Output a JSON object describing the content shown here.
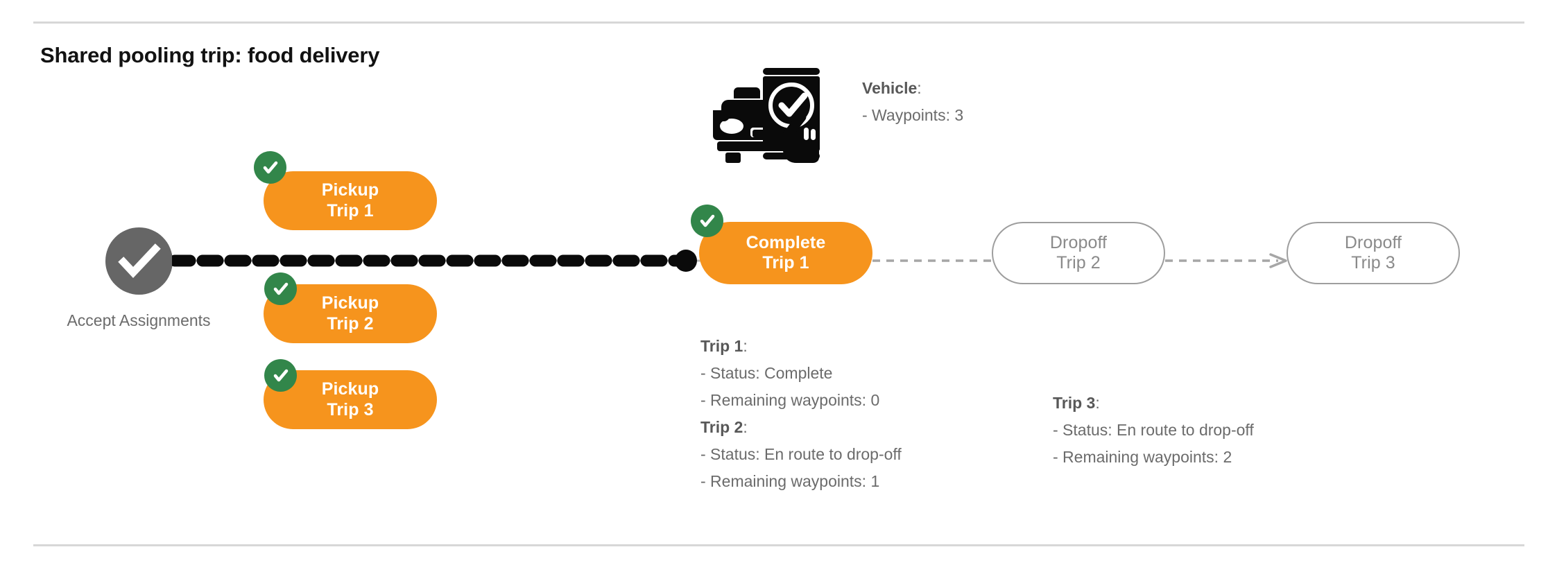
{
  "slide": {
    "title": "Shared pooling trip: food delivery"
  },
  "colors": {
    "pill_fill": "#F6941D",
    "check_badge": "#32864A",
    "start_node": "#666666",
    "outline_border": "#9e9e9e",
    "body_text": "#6b6b6b",
    "title_text": "#121212",
    "rule": "#d7d7d7",
    "bold_dash": "#0a0a0a"
  },
  "start_node": {
    "icon": "check-circle-icon",
    "label_line1": "Accept",
    "label_line2": "Assignments"
  },
  "pickups": [
    {
      "id": "pickup-1",
      "line1": "Pickup",
      "line2": "Trip 1",
      "badge": "check-badge-icon",
      "completed": true
    },
    {
      "id": "pickup-2",
      "line1": "Pickup",
      "line2": "Trip 2",
      "badge": "check-badge-icon",
      "completed": true
    },
    {
      "id": "pickup-3",
      "line1": "Pickup",
      "line2": "Trip 3",
      "badge": "check-badge-icon",
      "completed": true
    }
  ],
  "complete_node": {
    "line1": "Complete",
    "line2": "Trip 1",
    "badge": "check-badge-icon",
    "completed": true
  },
  "dropoffs": [
    {
      "id": "dropoff-2",
      "line1": "Dropoff",
      "line2": "Trip 2",
      "completed": false
    },
    {
      "id": "dropoff-3",
      "line1": "Dropoff",
      "line2": "Trip 3",
      "completed": false
    }
  ],
  "vehicle": {
    "icon": "vehicle-phone-check-icon",
    "heading": "Vehicle",
    "heading_colon": ":",
    "waypoints_line": "- Waypoints: 3",
    "waypoints": 3
  },
  "trip_info": {
    "trip1": {
      "heading": "Trip 1",
      "heading_colon": ":",
      "status_line": "- Status:  Complete",
      "status": "Complete",
      "waypoints_line": "- Remaining waypoints: 0",
      "remaining_waypoints": 0
    },
    "trip2": {
      "heading": "Trip 2",
      "heading_colon": ":",
      "status_line": "- Status:  En route to drop-off",
      "status": "En route to drop-off",
      "waypoints_line": "- Remaining waypoints: 1",
      "remaining_waypoints": 1
    },
    "trip3": {
      "heading": "Trip 3",
      "heading_colon": ":",
      "status_line": "- Status:  En route to drop-off",
      "status": "En route to drop-off",
      "waypoints_line": "- Remaining waypoints: 2",
      "remaining_waypoints": 2
    }
  }
}
